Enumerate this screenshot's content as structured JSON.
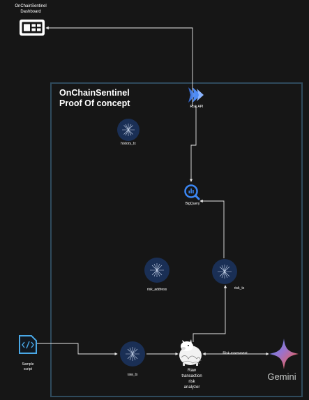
{
  "dashboard": {
    "line1": "OnChainSentinel",
    "line2": "Dashboard"
  },
  "boundary": {
    "title_line1": "OnChainSentinel",
    "title_line2": "Proof Of concept"
  },
  "nodes": {
    "risk_api": "Risk API",
    "bigquery": "BigQuery",
    "history_tx": "history_tx",
    "risk_address": "risk_address",
    "risk_tx": "risk_tx",
    "raw_tx": "raw_tx",
    "sample_script": {
      "line1": "Sample",
      "line2": "script"
    },
    "analyzer": {
      "line1": "Raw",
      "line2": "transaction",
      "line3": "risk",
      "line4": "analyzer"
    },
    "gemini": "Gemini"
  },
  "edges": {
    "risk_assessment": "Risk assesment"
  },
  "colors": {
    "background": "#161616",
    "boundary": "#2f4a5c",
    "node_blue": "#3c87f4",
    "dataset_circle": "#1a2f55",
    "script_icon": "#4aa8e6"
  }
}
